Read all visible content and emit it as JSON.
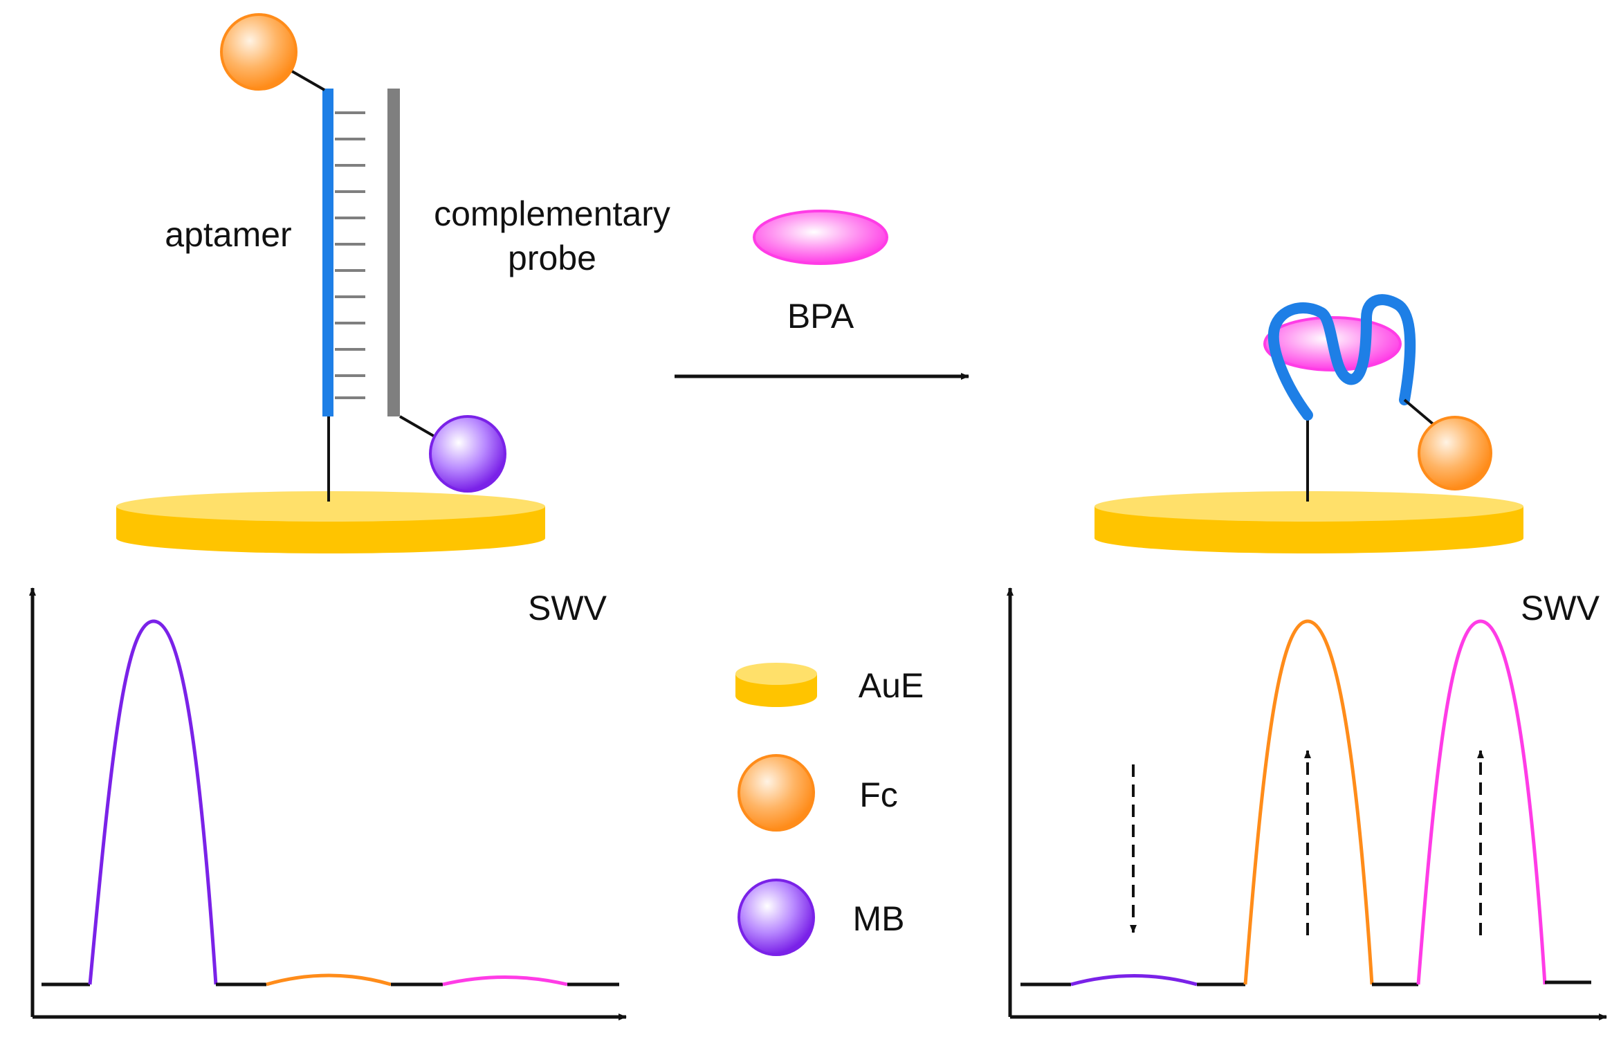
{
  "labels": {
    "aptamer": "aptamer",
    "complementary_line1": "complementary",
    "complementary_line2": "probe",
    "target": "BPA",
    "swv_left": "SWV",
    "swv_right": "SWV"
  },
  "legend": {
    "items": [
      {
        "key": "electrode",
        "label": "AuE",
        "icon": "gold-electrode-disk"
      },
      {
        "key": "fc",
        "label": "Fc",
        "icon": "orange-sphere"
      },
      {
        "key": "mb",
        "label": "MB",
        "icon": "purple-sphere"
      }
    ]
  },
  "colors": {
    "aptamer": "#1e7fe6",
    "probe": "#7f7f7f",
    "gold": "#ffc400",
    "gold_top": "#ffe06a",
    "fc": "#ff8c1a",
    "mb": "#7a22e8",
    "bpa": "#ff3ce6"
  },
  "plots": {
    "before": {
      "peaks": [
        {
          "series": "MB",
          "color": "#7a22e8",
          "level": "high"
        },
        {
          "series": "Fc",
          "color": "#ff8c1a",
          "level": "low"
        },
        {
          "series": "BPA",
          "color": "#ff3ce6",
          "level": "low"
        }
      ]
    },
    "after": {
      "peaks": [
        {
          "series": "MB",
          "color": "#7a22e8",
          "level": "low",
          "trend": "down"
        },
        {
          "series": "Fc",
          "color": "#ff8c1a",
          "level": "high",
          "trend": "up"
        },
        {
          "series": "BPA",
          "color": "#ff3ce6",
          "level": "high",
          "trend": "up"
        }
      ]
    }
  }
}
